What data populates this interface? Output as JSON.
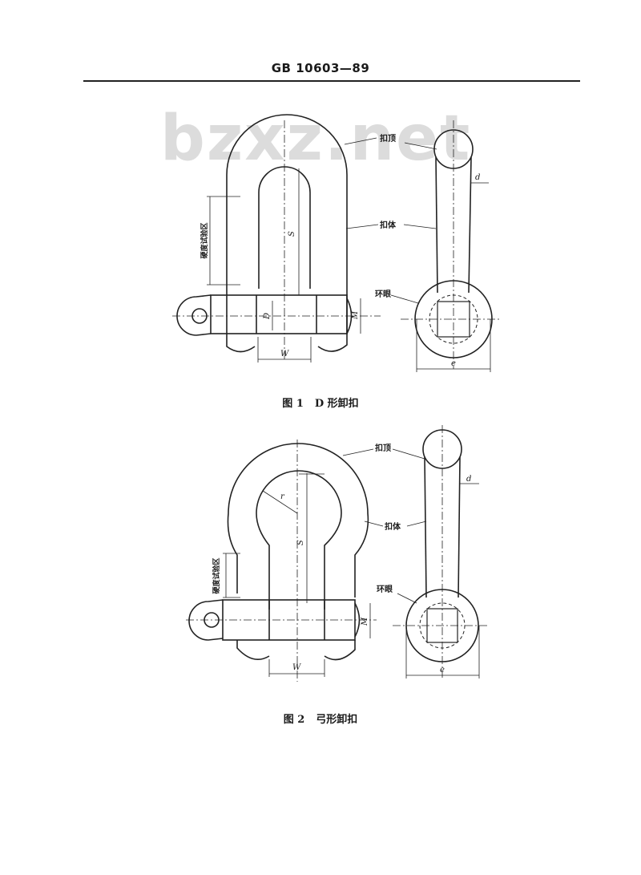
{
  "header": {
    "standard": "GB 10603—89"
  },
  "watermark": "bzxz.net",
  "figure1": {
    "caption_num": "图 1",
    "caption_title": "D 形卸扣",
    "labels": {
      "crown": "扣顶",
      "body": "扣体",
      "eye": "环眼",
      "hardness_zone": "硬度试验区"
    },
    "dims": {
      "d": "d",
      "S": "S",
      "D": "D",
      "M": "M",
      "W": "W",
      "e": "e"
    }
  },
  "figure2": {
    "caption_num": "图 2",
    "caption_title": "弓形卸扣",
    "labels": {
      "crown": "扣顶",
      "body": "扣体",
      "eye": "环眼",
      "hardness_zone": "硬度试验区"
    },
    "dims": {
      "d": "d",
      "S": "S",
      "r": "r",
      "M": "M",
      "W": "W",
      "e": "e"
    }
  }
}
